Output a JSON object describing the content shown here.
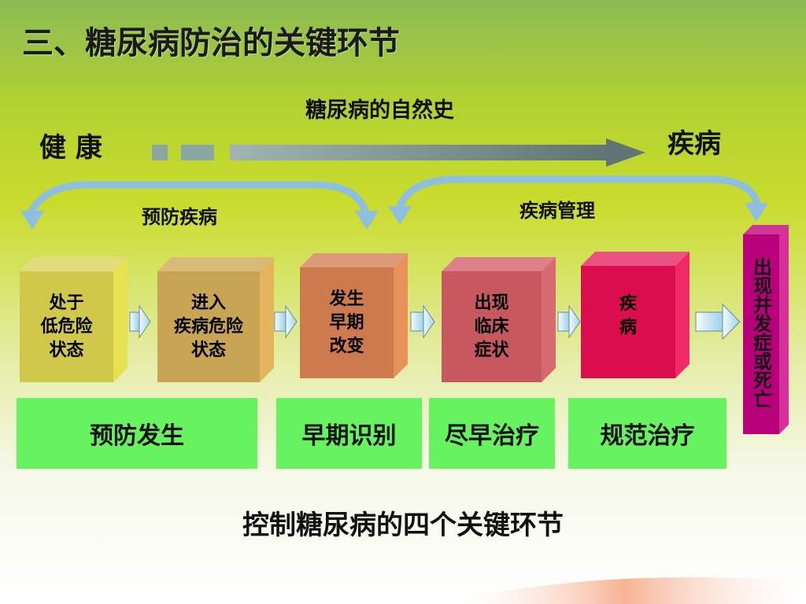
{
  "title": "三、糖尿病防治的关键环节",
  "natural_history_label": "糖尿病的自然史",
  "health_label": "健 康",
  "disease_label": "疾病",
  "prevent_disease_label": "预防疾病",
  "disease_management_label": "疾病管理",
  "stages": [
    {
      "text": "处于\n低危险\n状态",
      "color": "#cfc84a"
    },
    {
      "text": "进入\n疾病危险\n状态",
      "color": "#c8a455"
    },
    {
      "text": "发生\n早期\n改变",
      "color": "#cd7a4e"
    },
    {
      "text": "出现\n临床\n症状",
      "color": "#c8585f"
    },
    {
      "text": "疾\n病",
      "color": "#dc0d4e"
    }
  ],
  "final_stage": {
    "text": "出现并发症或死亡",
    "color": "#b8007a"
  },
  "key_steps": [
    "预防发生",
    "早期识别",
    "尽早治疗",
    "规范治疗"
  ],
  "bottom_caption": "控制糖尿病的四个关键环节",
  "colors": {
    "key_step_bg": "#66f35f",
    "arc": "#8fbfe0",
    "arrow": "#6f8080"
  }
}
